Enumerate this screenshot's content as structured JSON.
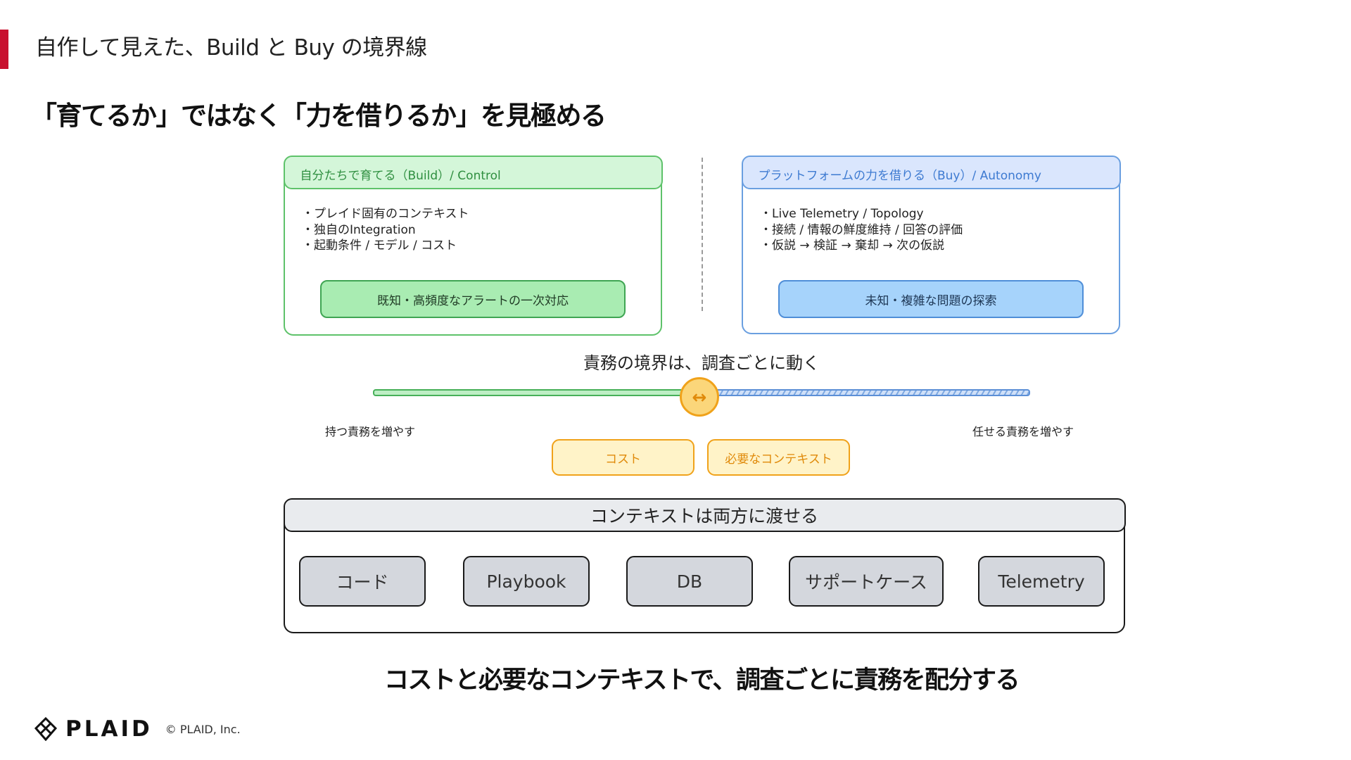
{
  "header": {
    "title": "自作して見えた、Build と Buy の境界線"
  },
  "main": {
    "heading": "「育てるか」ではなく「力を借りるか」を見極める"
  },
  "build_panel": {
    "title": "自分たちで育てる（Build）/ Control",
    "bullets": [
      "プレイド固有のコンテキスト",
      "独自のIntegration",
      "起動条件 / モデル / コスト"
    ],
    "action": "既知・高頻度なアラートの一次対応"
  },
  "buy_panel": {
    "title": "プラットフォームの力を借りる（Buy）/ Autonomy",
    "bullets": [
      "Live Telemetry / Topology",
      "接続 / 情報の鮮度維持 / 回答の評価",
      "仮説 → 検証 → 棄却 → 次の仮説"
    ],
    "action": "未知・複雑な問題の探索"
  },
  "boundary": {
    "caption": "責務の境界は、調査ごとに動く",
    "knob_symbol": "↔",
    "left_label": "持つ責務を増やす",
    "right_label": "任せる責務を増やす",
    "chips": [
      "コスト",
      "必要なコンテキスト"
    ]
  },
  "context": {
    "title": "コンテキストは両方に渡せる",
    "sources": [
      "コード",
      "Playbook",
      "DB",
      "サポートケース",
      "Telemetry"
    ]
  },
  "bottom_message": "コストと必要なコンテキストで、調査ごとに責務を配分する",
  "footer": {
    "logo": "PLAID",
    "copyright": "© PLAID, Inc."
  },
  "colors": {
    "accent": "#c8102e",
    "build": "#5ec26a",
    "buy": "#6a9fe0",
    "knob": "#f0a21a"
  }
}
